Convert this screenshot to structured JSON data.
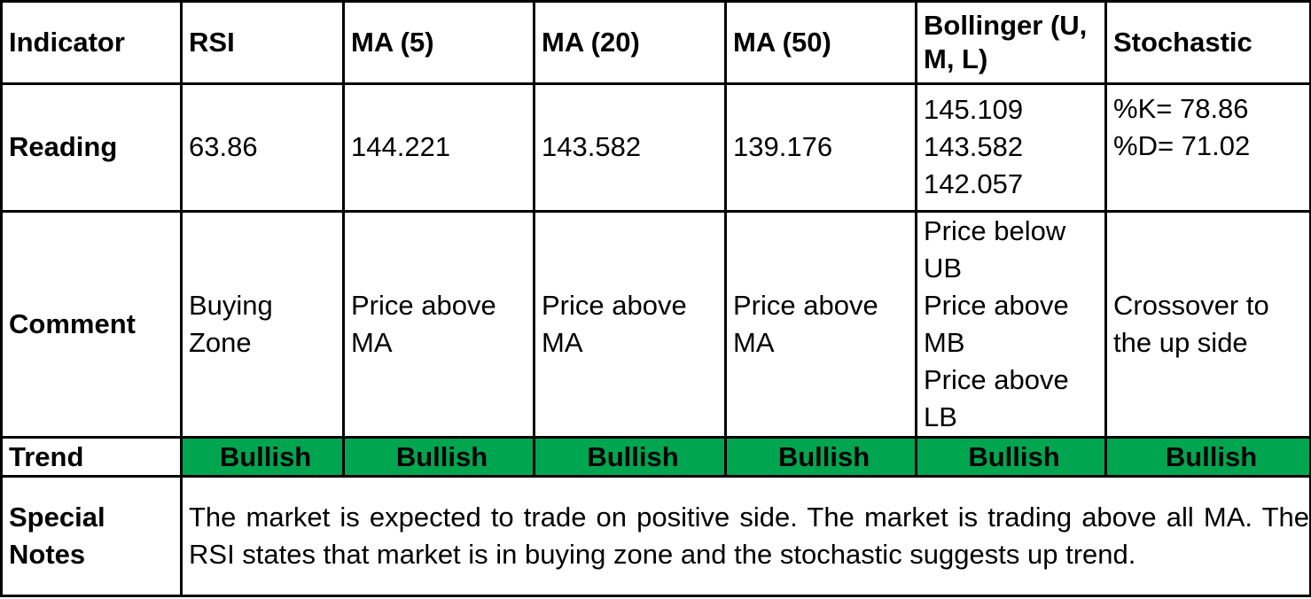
{
  "table": {
    "columns": [
      "Indicator",
      "RSI",
      "MA (5)",
      "MA (20)",
      "MA (50)",
      "Bollinger (U, M, L)",
      "Stochastic"
    ],
    "reading": {
      "label": "Reading",
      "rsi": "63.86",
      "ma5": "144.221",
      "ma20": "143.582",
      "ma50": "139.176",
      "bollinger": [
        "145.109",
        "143.582",
        "142.057"
      ],
      "stochastic": [
        "%K= 78.86",
        "%D= 71.02"
      ]
    },
    "comment": {
      "label": "Comment",
      "rsi": "Buying Zone",
      "ma5": "Price above MA",
      "ma20": "Price above MA",
      "ma50": "Price above MA",
      "bollinger": [
        "Price below UB",
        "Price above MB",
        "Price above LB"
      ],
      "stochastic": "Crossover to the up side"
    },
    "trend": {
      "label": "Trend",
      "values": [
        "Bullish",
        "Bullish",
        "Bullish",
        "Bullish",
        "Bullish",
        "Bullish"
      ],
      "color": "#00a550"
    },
    "special_notes": {
      "label": "Special Notes",
      "text": "The market is expected to trade on positive side. The market is trading above all MA. The RSI states that market is in buying zone and the stochastic suggests up trend."
    }
  }
}
